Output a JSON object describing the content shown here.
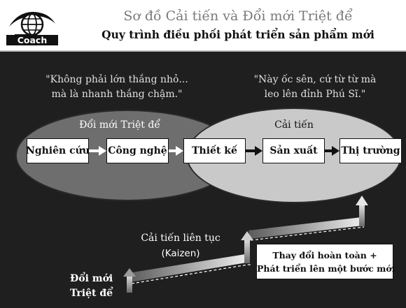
{
  "header": {
    "logo_text": "Coach",
    "title": "Sơ đồ Cải tiến và Đổi mới Triệt để",
    "subtitle": "Quy trình điều phối phát triển sản phẩm mới"
  },
  "quotes": {
    "left": [
      "\"Không phải lớn thắng nhỏ...",
      "mà là nhanh thắng chậm.\""
    ],
    "right": [
      "\"Này ốc sên, cứ từ từ mà",
      "leo lên đỉnh Phú Sĩ.\""
    ]
  },
  "areas": {
    "radical": "Đổi mới Triệt để",
    "improvement": "Cải tiến"
  },
  "process_steps": [
    "Nghiên cứu",
    "Công nghệ",
    "Thiết kế",
    "Sản xuất",
    "Thị trường"
  ],
  "kaizen": {
    "line1": "Cải tiến liên tục",
    "line2": "(Kaizen)"
  },
  "radical_innovation": [
    "Đổi mới",
    "Triệt để"
  ],
  "breakthrough": [
    "Thay đổi hoàn toàn +",
    "Phát triển lên một bước mới"
  ],
  "colors": {
    "background": "#1f1f1f",
    "radical_area": "#6e6e6e",
    "improvement_area": "#c9c9c9",
    "header_title": "#7a7a7a"
  }
}
